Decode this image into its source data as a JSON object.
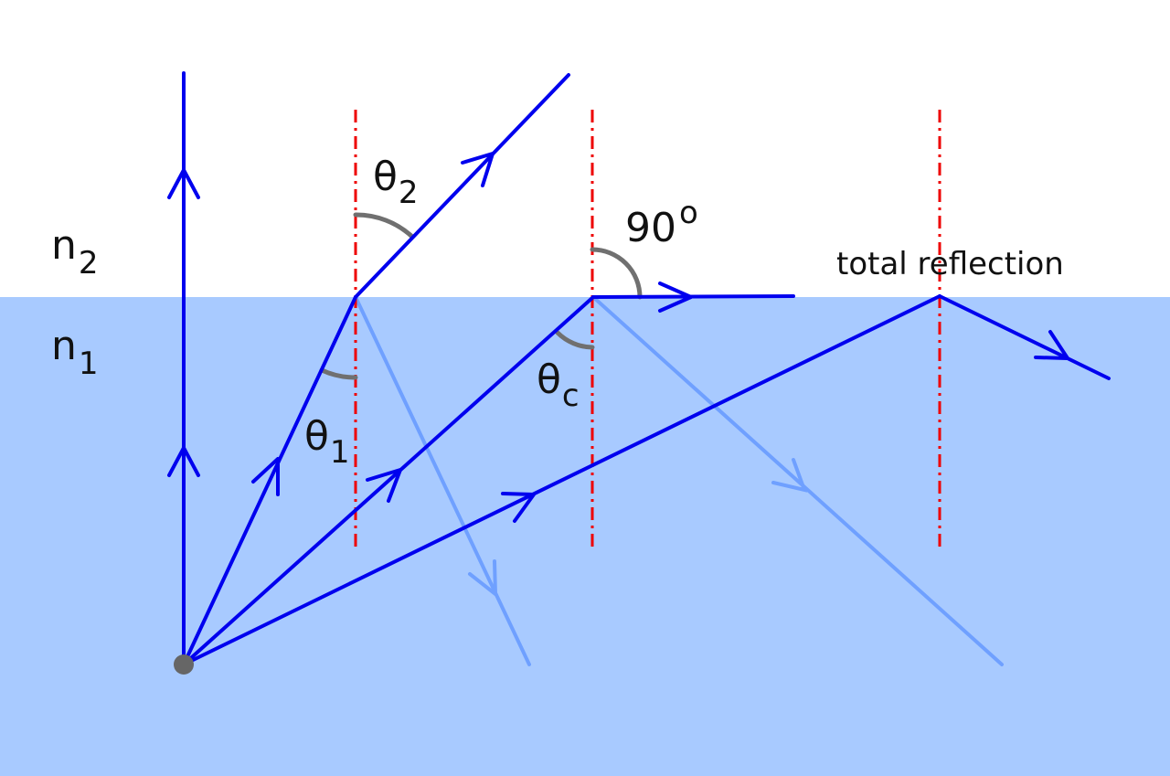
{
  "media": {
    "upper_label": "n",
    "upper_sub": "2",
    "lower_label": "n",
    "lower_sub": "1",
    "upper_color": "#ffffff",
    "lower_color": "#a8caff"
  },
  "angles": {
    "theta_1": {
      "symbol": "θ",
      "sub": "1"
    },
    "theta_2": {
      "symbol": "θ",
      "sub": "2"
    },
    "theta_c": {
      "symbol": "θ",
      "sub": "c"
    },
    "ninety": {
      "text": "90",
      "sup": "o"
    }
  },
  "caption": "total reflection",
  "colors": {
    "ray": "#0000ee",
    "faint_ray": "#6fa0ff",
    "normal": "#ee0000",
    "arc": "#707070",
    "source": "#666666"
  }
}
